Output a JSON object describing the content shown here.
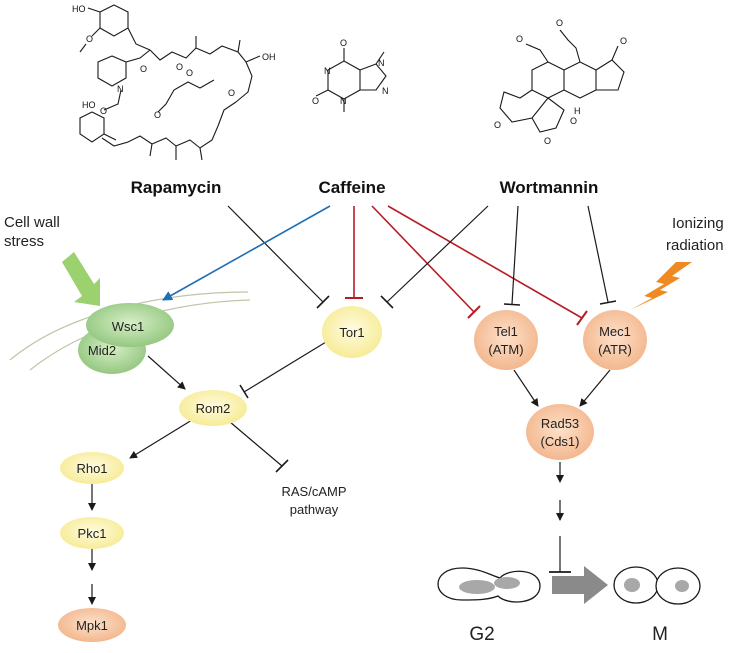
{
  "drugs": {
    "rapamycin": "Rapamycin",
    "caffeine": "Caffeine",
    "wortmannin": "Wortmannin"
  },
  "stimuli": {
    "cell_wall_stress_1": "Cell wall",
    "cell_wall_stress_2": "stress",
    "ionizing_radiation_1": "Ionizing",
    "ionizing_radiation_2": "radiation"
  },
  "nodes": {
    "wsc1": "Wsc1",
    "mid2": "Mid2",
    "tor1": "Tor1",
    "tel1_1": "Tel1",
    "tel1_2": "(ATM)",
    "mec1_1": "Mec1",
    "mec1_2": "(ATR)",
    "rom2": "Rom2",
    "rad53_1": "Rad53",
    "rad53_2": "(Cds1)",
    "rho1": "Rho1",
    "pkc1": "Pkc1",
    "mpk1": "Mpk1",
    "ras_camp_1": "RAS/cAMP",
    "ras_camp_2": "pathway"
  },
  "phases": {
    "g2": "G2",
    "m": "M"
  },
  "chem_atoms": {
    "ho_top": "HO",
    "o_methoxy": "O",
    "ho_mid": "HO",
    "oh_right": "OH",
    "n_pip": "N",
    "o1": "O",
    "o2": "O",
    "o3": "O",
    "o4": "O",
    "o5": "O",
    "o6": "O",
    "caf_n1": "N",
    "caf_n2": "N",
    "caf_n3": "N",
    "caf_n4": "N",
    "caf_o1": "O",
    "caf_o2": "O",
    "wort_o1": "O",
    "wort_o2": "O",
    "wort_o3": "O",
    "wort_o4": "O",
    "wort_o5": "O",
    "wort_o6": "O",
    "wort_h": "H"
  },
  "colors": {
    "activation_blue": "#1f6fb5",
    "inhibition_red": "#b81c23",
    "inhibition_black": "#1a1a1a",
    "green_node": "#9fcf8a",
    "yellow_node": "#fbf2a8",
    "orange_node": "#f6c39a",
    "stress_arrow": "#9bd16e",
    "lightning": "#ef8a22",
    "phase_arrow": "#8a8a8a"
  }
}
